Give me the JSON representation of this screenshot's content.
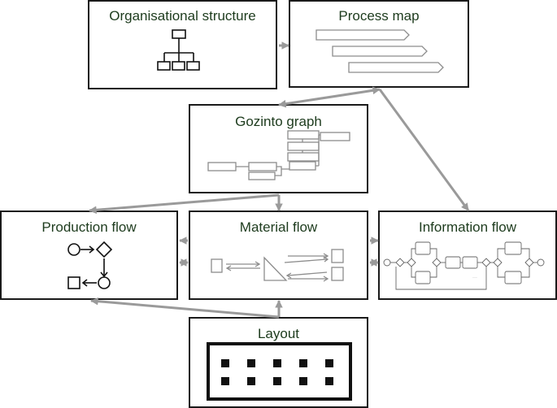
{
  "boxes": {
    "organisational_structure": "Organisational structure",
    "process_map": "Process map",
    "gozinto_graph": "Gozinto graph",
    "production_flow": "Production flow",
    "material_flow": "Material flow",
    "information_flow": "Information flow",
    "layout": "Layout"
  },
  "colors": {
    "border": "#1a1a1a",
    "title_text": "#1d3b1d",
    "connector": "#9a9a9a",
    "sketch": "#8c8c8c"
  }
}
